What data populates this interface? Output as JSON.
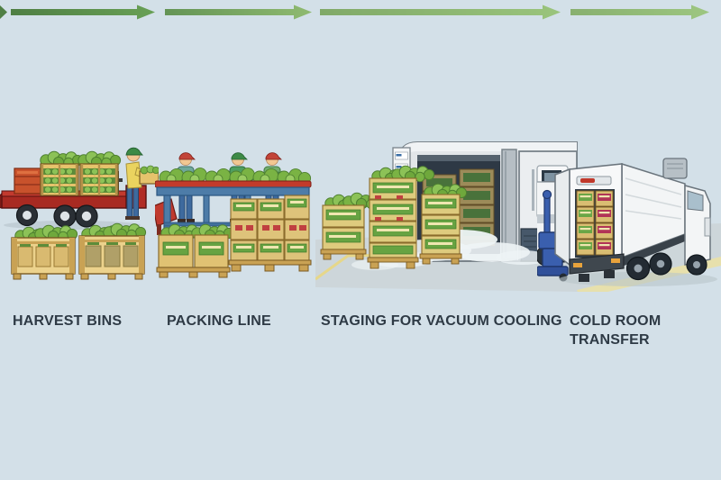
{
  "figure": {
    "type": "process-flow-illustration",
    "background": "#d3e0e8"
  },
  "stages": [
    {
      "id": "harvest-bins",
      "label": "HARVEST BINS",
      "illustration": "flatbed-truck-with-produce-crates-and-wooden-harvest-bins"
    },
    {
      "id": "packing-line",
      "label": "PACKING LINE",
      "illustration": "workers-sorting-greens-at-packing-table-with-palletized-boxes"
    },
    {
      "id": "staging-vacuum-cooling",
      "label": "STAGING FOR VACUUM COOLING",
      "illustration": "vacuum-cooling-chamber-with-staged-pallets-and-cold-mist"
    },
    {
      "id": "cold-room-transfer",
      "label": "COLD ROOM TRANSFER",
      "illustration": "refrigerated-box-truck-being-loaded-with-pallet-jack"
    }
  ],
  "palette": {
    "background": "#d3e0e8",
    "label-color": "#2e3a45",
    "arrow-green-dark": "#4f7f44",
    "arrow-green-light": "#9cc27d",
    "produce-green": "#7ab344",
    "crate-tan": "#e6c36c",
    "truck-red": "#b02c26",
    "table-blue": "#4d7ca8",
    "machine-gray": "#e2e6e9",
    "floor-gray": "#cdd6da",
    "floor-line-yellow": "#e6d78a",
    "pallet-jack-blue": "#3a5fae",
    "label-crimson": "#b13457"
  }
}
